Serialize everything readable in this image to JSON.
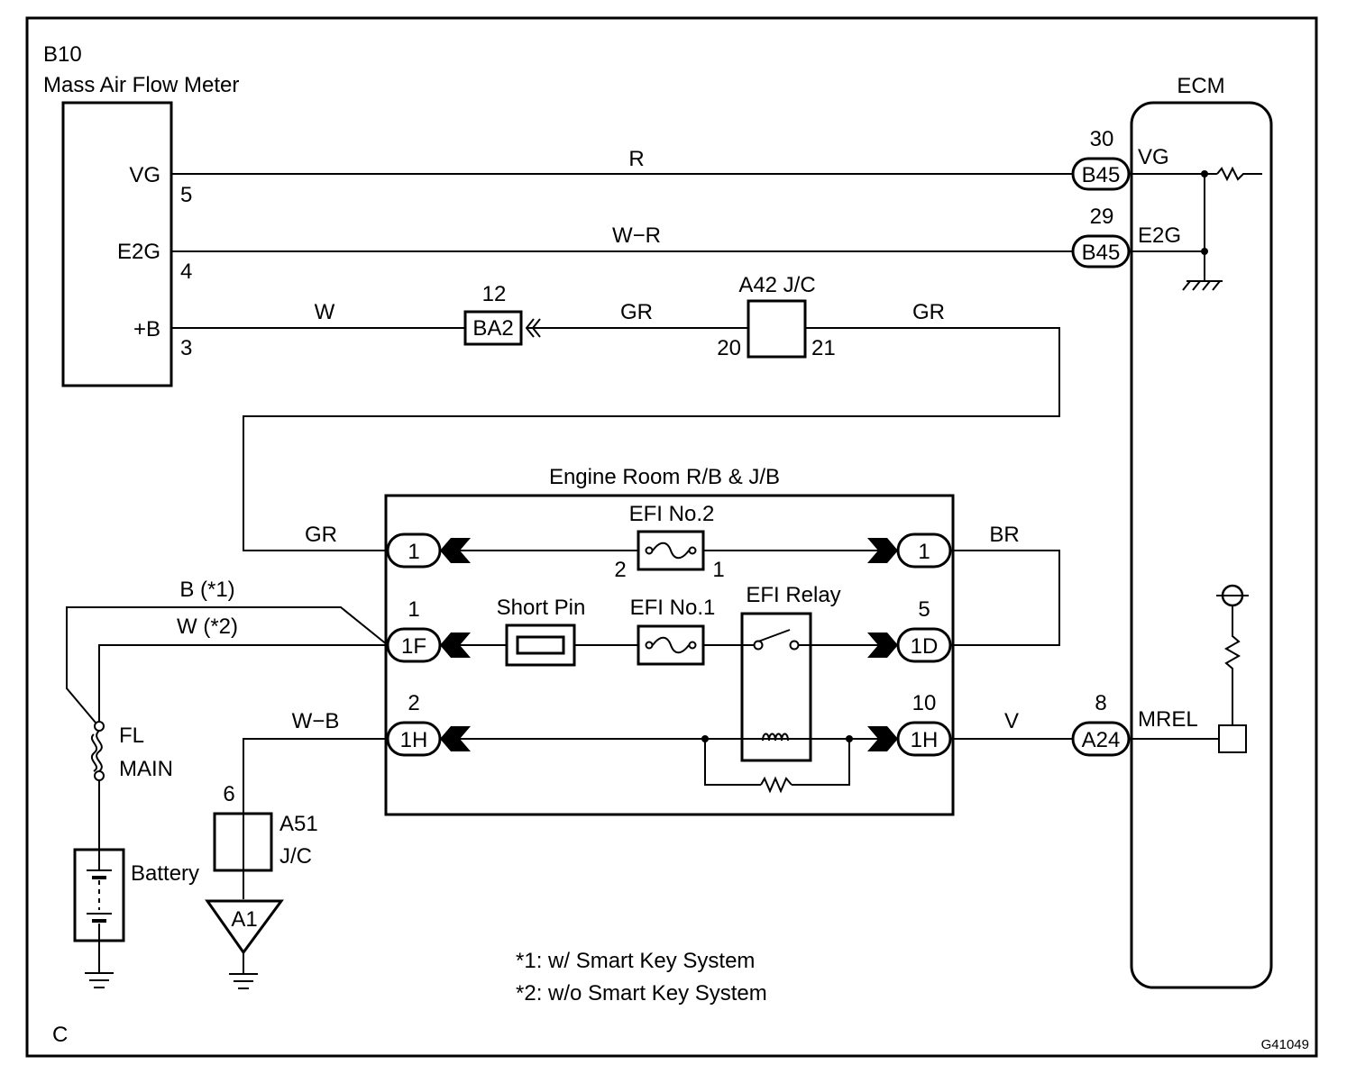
{
  "frame": {
    "corner_label": "C",
    "figure_id": "G41049"
  },
  "maf": {
    "code": "B10",
    "name": "Mass Air Flow Meter",
    "pins": [
      {
        "label": "VG",
        "num": "5"
      },
      {
        "label": "E2G",
        "num": "4"
      },
      {
        "label": "+B",
        "num": "3"
      }
    ]
  },
  "ecm": {
    "name": "ECM",
    "terminals": [
      {
        "pin": "30",
        "conn": "B45",
        "label": "VG"
      },
      {
        "pin": "29",
        "conn": "B45",
        "label": "E2G"
      },
      {
        "pin": "8",
        "conn": "A24",
        "label": "MREL"
      }
    ]
  },
  "wires": {
    "vg": "R",
    "e2g": "W−R",
    "plus_b": "W",
    "after_ba2": "GR",
    "after_a42": "GR",
    "to_er_1": "GR",
    "er_right_1": "BR",
    "fl_b": "B (*1)",
    "fl_w": "W (*2)",
    "wb": "W−B",
    "mrel": "V"
  },
  "ba2": {
    "conn": "BA2",
    "pin": "12"
  },
  "a42": {
    "label": "A42 J/C",
    "pin_left": "20",
    "pin_right": "21"
  },
  "engine_room": {
    "title": "Engine Room R/B & J/B",
    "left_connectors": [
      {
        "conn": "1",
        "pin": ""
      },
      {
        "conn": "1F",
        "pin": "1"
      },
      {
        "conn": "1H",
        "pin": "2"
      }
    ],
    "right_connectors": [
      {
        "conn": "1",
        "pin": ""
      },
      {
        "conn": "1D",
        "pin": "5"
      },
      {
        "conn": "1H",
        "pin": "10"
      }
    ],
    "efi_no2": {
      "label": "EFI No.2",
      "pin_left": "2",
      "pin_right": "1"
    },
    "efi_no1": {
      "label": "EFI No.1"
    },
    "short_pin": {
      "label": "Short Pin"
    },
    "efi_relay": {
      "label": "EFI Relay"
    }
  },
  "power": {
    "fuse_line1": "FL",
    "fuse_line2": "MAIN",
    "battery": "Battery"
  },
  "a51": {
    "line1": "A51",
    "line2": "J/C",
    "pin": "6"
  },
  "ground_a1": "A1",
  "notes": [
    "*1: w/ Smart Key System",
    "*2: w/o Smart Key System"
  ]
}
